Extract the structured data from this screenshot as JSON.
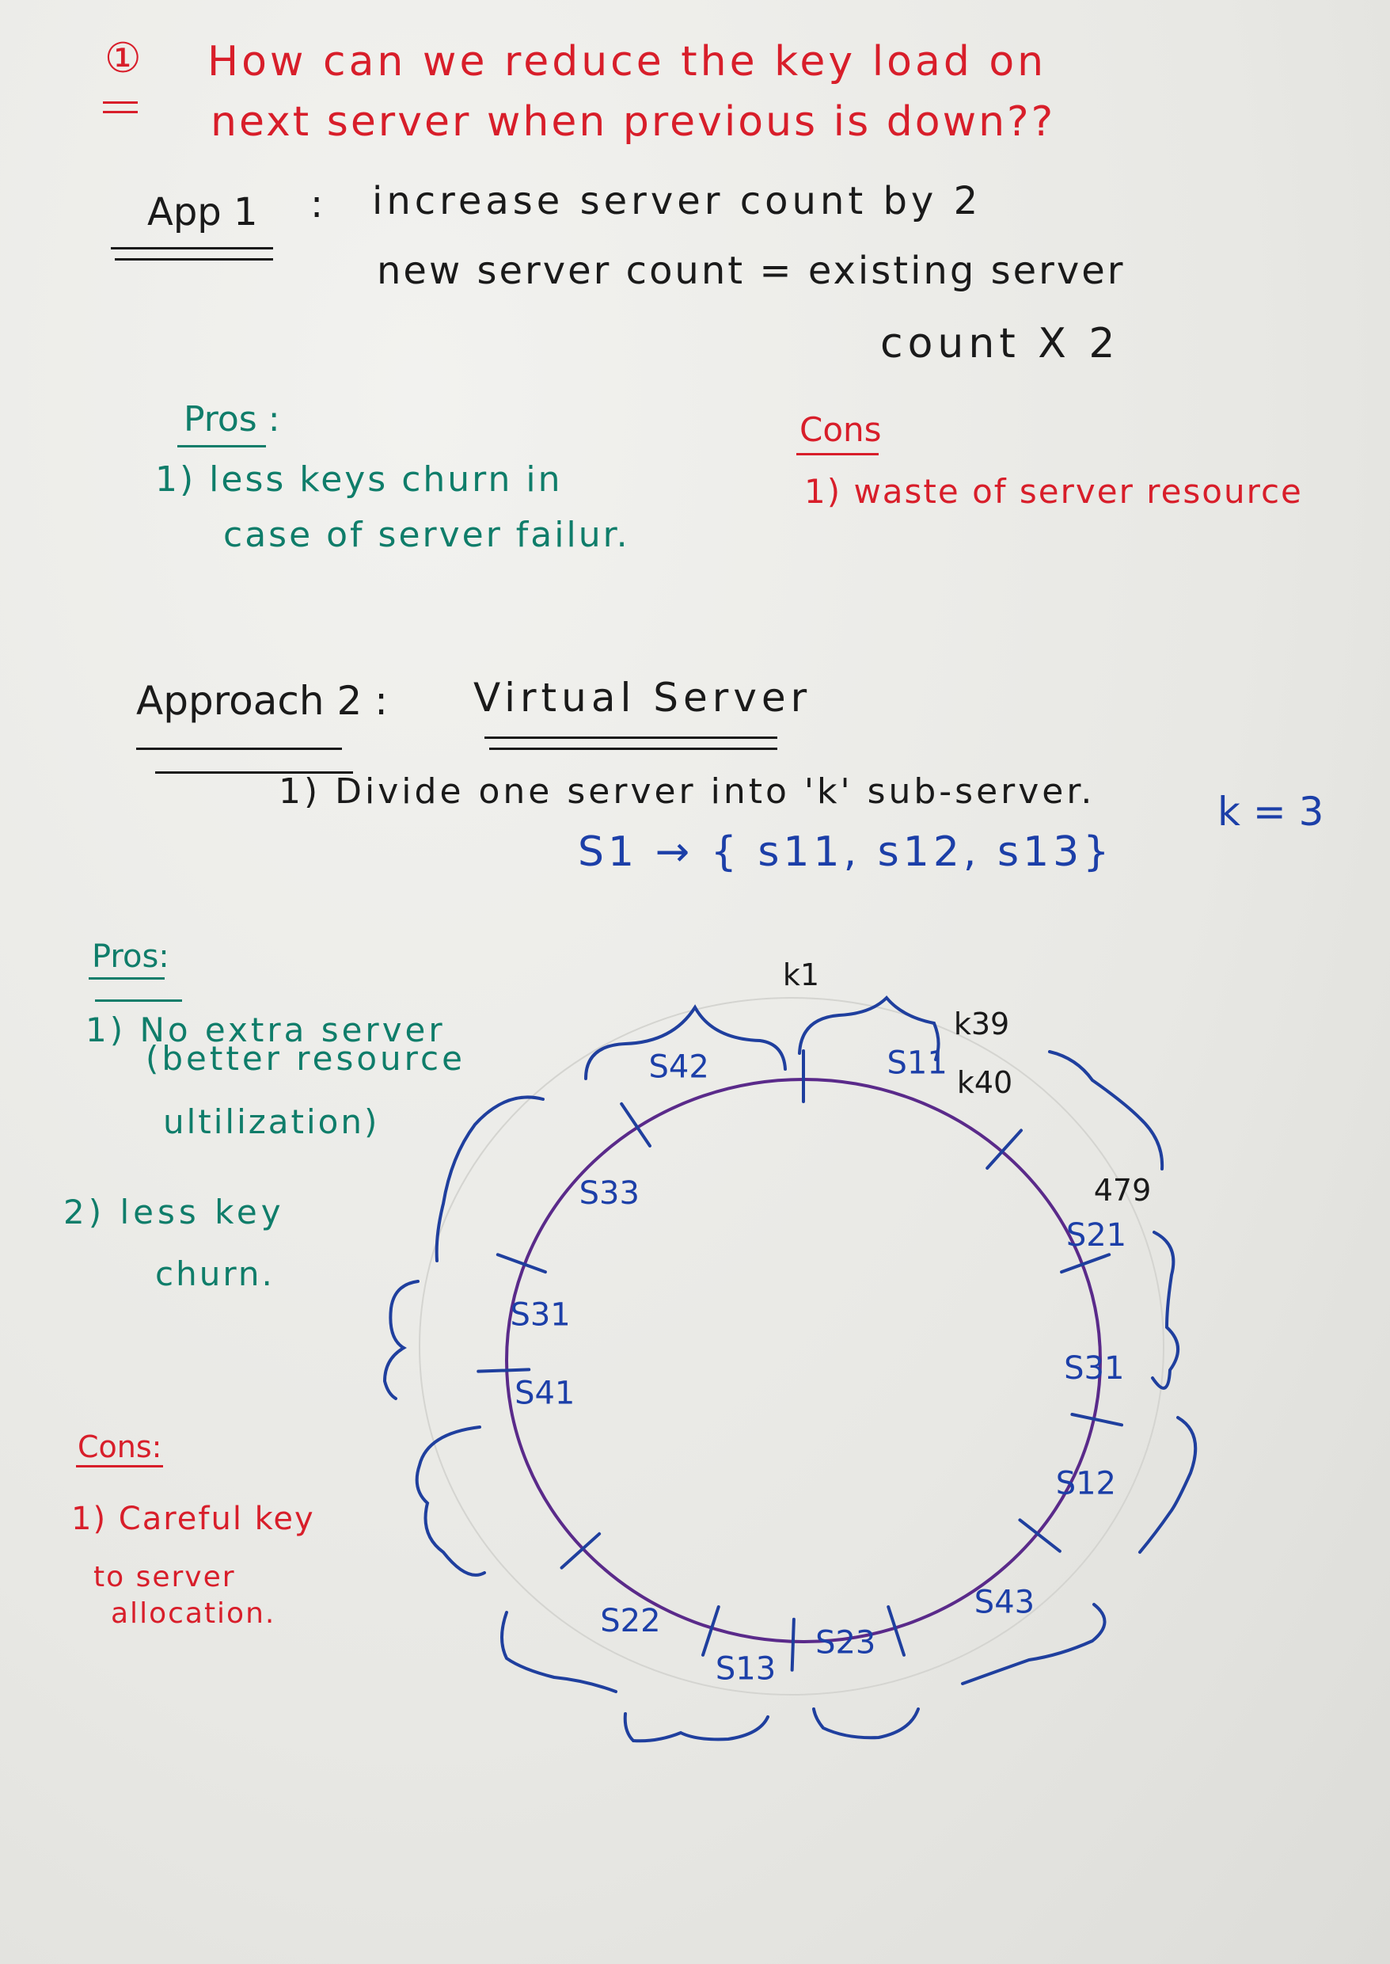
{
  "question": {
    "marker": "①",
    "line1": "How can we reduce the key load on",
    "line2": "next server when previous is down??"
  },
  "approach1": {
    "heading": "App 1",
    "colon": ":",
    "line1": "increase server count by 2",
    "line2": "new server count = existing server",
    "line3": "count X 2",
    "pros": {
      "heading": "Pros :",
      "line1": "1) less keys churn in",
      "line2": "case of server failur."
    },
    "cons": {
      "heading": "Cons",
      "line1": "1) waste of server resource"
    }
  },
  "approach2": {
    "heading": "Approach 2 :",
    "title": "Virtual Server",
    "line1": "1) Divide one server into 'k' sub-server.",
    "mapping": "S1 → { s11, s12, s13}",
    "k_value": "k = 3",
    "pros": {
      "heading": "Pros:",
      "item1_line1": "1) No extra server",
      "item1_line2": "(better resource",
      "item1_line3": "ultilization)",
      "item2_line1": "2) less key",
      "item2_line2": "churn."
    },
    "cons": {
      "heading": "Cons:",
      "line1": "1) Careful key",
      "line2": "to server",
      "line3": "allocation."
    }
  },
  "ring": {
    "key_labels": [
      "k1",
      "k39",
      "k40",
      "479"
    ],
    "segments": [
      "S42",
      "S11",
      "S21",
      "S31",
      "S12",
      "S43",
      "S23",
      "S13",
      "S22",
      "S31",
      "S41",
      "S33"
    ]
  },
  "colors": {
    "red": "#d81e2a",
    "green": "#0f7d6a",
    "blue": "#1c3fa8",
    "ring": "#5a2a8a",
    "paper": "#ebebe8"
  }
}
